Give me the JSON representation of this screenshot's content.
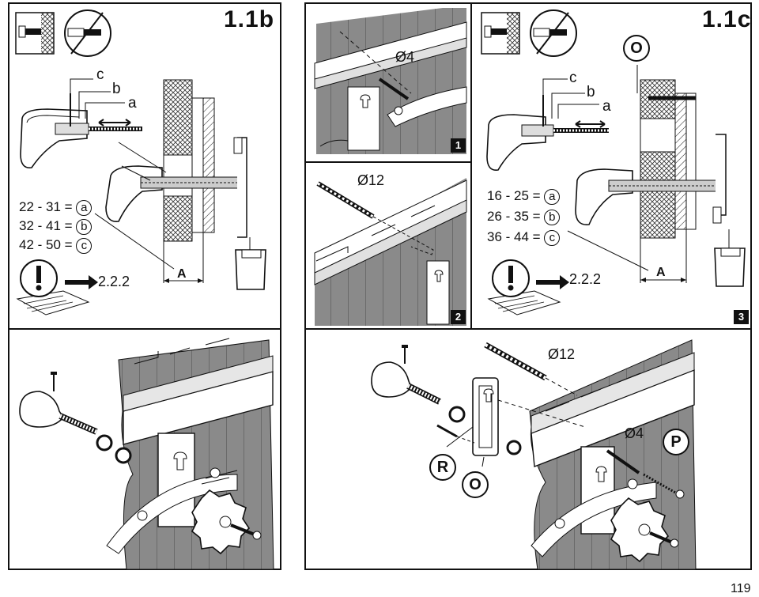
{
  "sections": {
    "left_title": "1.1b",
    "right_title": "1.1c"
  },
  "steps": {
    "step1": "1",
    "step2": "2",
    "step3": "3"
  },
  "diameters": {
    "d4_top": "Ø4",
    "d12_mid": "Ø12",
    "d12_bottom": "Ø12",
    "d4_bottom": "Ø4"
  },
  "parts": {
    "a": "a",
    "b": "b",
    "c": "c",
    "O": "O",
    "P": "P",
    "R": "R"
  },
  "table_1_1b": [
    {
      "range": "22 - 31 = ",
      "part": "a"
    },
    {
      "range": "32 - 41 = ",
      "part": "b"
    },
    {
      "range": "42 - 50 = ",
      "part": "c"
    }
  ],
  "table_1_1c": [
    {
      "range": "16 - 25 = ",
      "part": "a"
    },
    {
      "range": "26 - 35 = ",
      "part": "b"
    },
    {
      "range": "36 - 44 = ",
      "part": "c"
    }
  ],
  "references": {
    "ref_left": "2.2.2",
    "ref_right": "2.2.2"
  },
  "dimension": {
    "left": "A",
    "right": "A"
  },
  "page_number": "119"
}
